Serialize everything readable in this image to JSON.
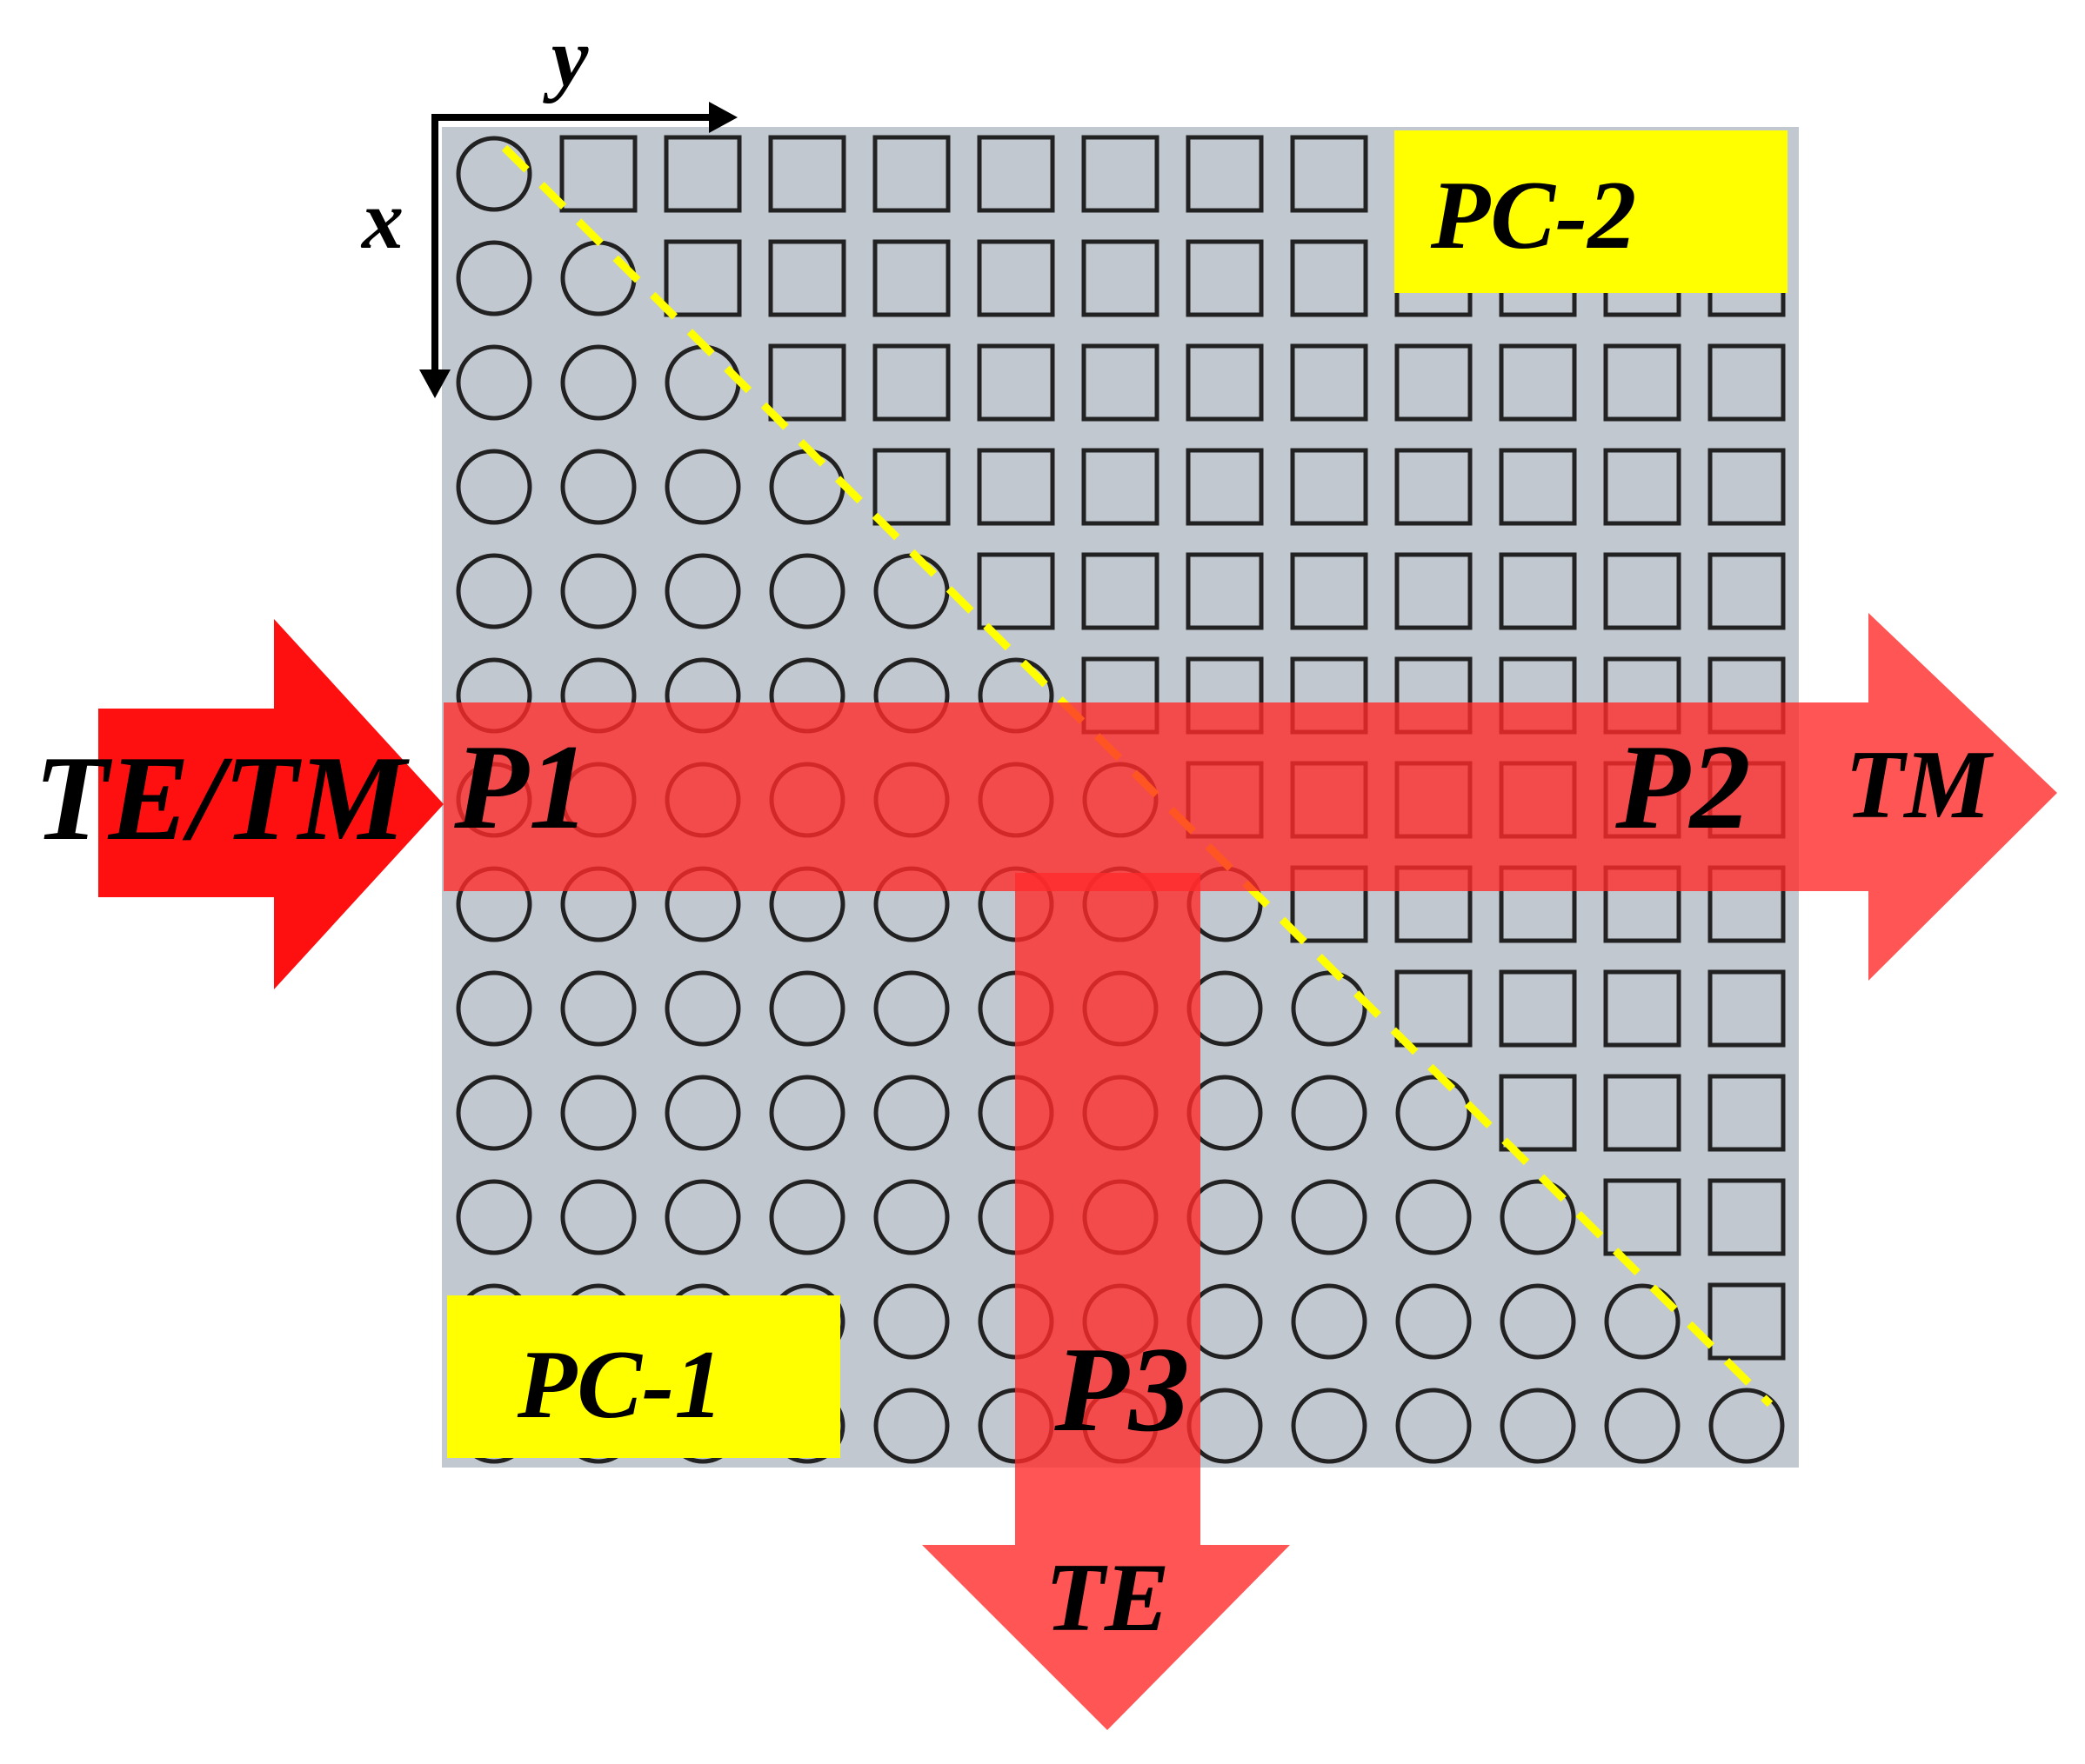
{
  "axes": {
    "x_label": "x",
    "y_label": "y"
  },
  "regions": {
    "pc1_label": "PC-1",
    "pc2_label": "PC-2"
  },
  "ports": {
    "p1": "P1",
    "p2": "P2",
    "p3": "P3"
  },
  "polarization": {
    "input": "TE/TM",
    "output_p2": "TM",
    "output_p3": "TE"
  },
  "lattice": {
    "rows": 13,
    "cols": 13,
    "pc1_shape": "circle",
    "pc2_shape": "square",
    "interface": "diagonal"
  },
  "colors": {
    "background": "#c2c8d0",
    "beam": "#ff2a2a",
    "label_box": "#ffff00",
    "interface_line": "#ffff00",
    "rod_stroke": "#222222"
  }
}
